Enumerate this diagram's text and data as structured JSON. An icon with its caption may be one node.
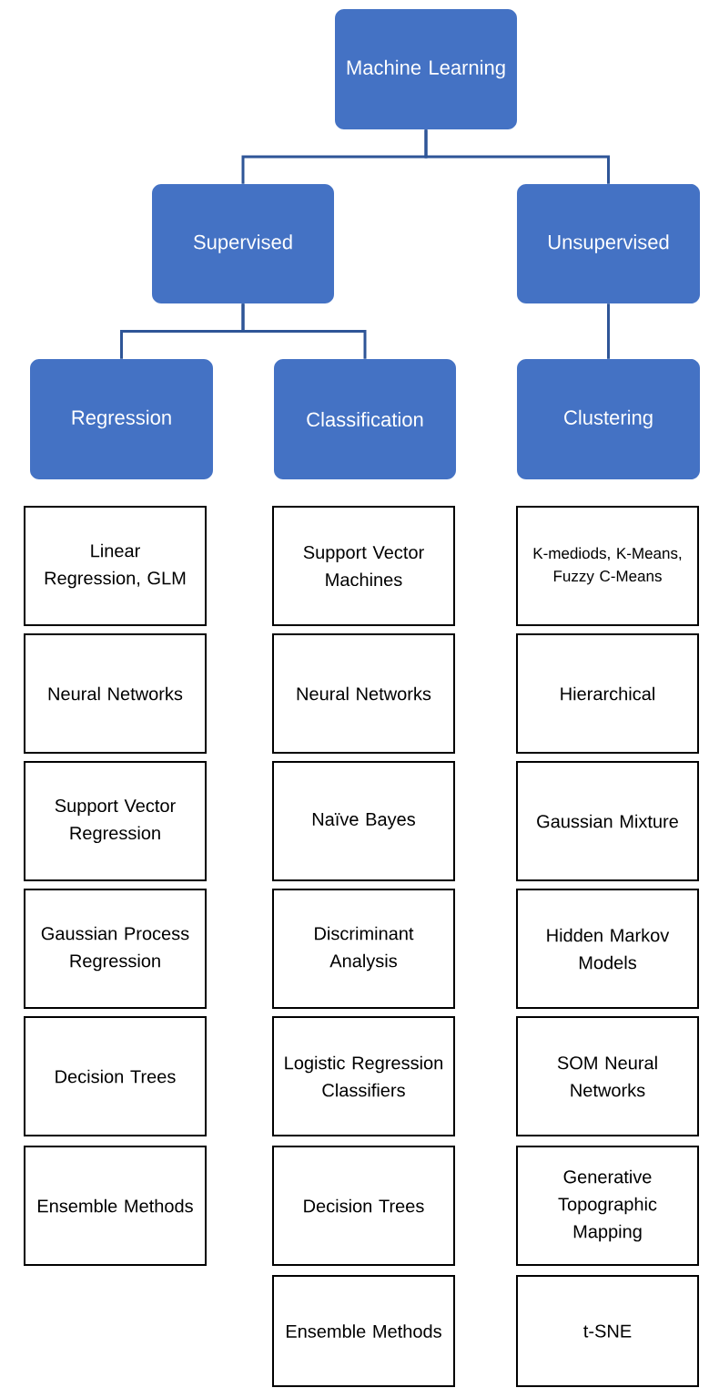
{
  "diagram": {
    "nodes": [
      {
        "text": [
          "Machine Learning"
        ]
      },
      {
        "text": [
          "Supervised"
        ]
      },
      {
        "text": [
          "Unsupervised"
        ]
      },
      {
        "text": [
          "Regression"
        ]
      },
      {
        "text": [
          "Classification"
        ]
      },
      {
        "text": [
          "Clustering"
        ]
      },
      {
        "text": [
          "Linear Regression, GLM"
        ]
      },
      {
        "text": [
          "Neural Networks"
        ]
      },
      {
        "text": [
          "Support Vector Regression"
        ]
      },
      {
        "text": [
          "Gaussian Process Regression"
        ]
      },
      {
        "text": [
          "Decision Trees"
        ]
      },
      {
        "text": [
          "Ensemble Methods"
        ]
      },
      {
        "text": [
          "Support Vector Machines"
        ]
      },
      {
        "text": [
          "Neural Networks"
        ]
      },
      {
        "text": [
          "Naïve Bayes"
        ]
      },
      {
        "text": [
          "Discriminant Analysis"
        ]
      },
      {
        "text": [
          "Logistic Regression Classifiers"
        ]
      },
      {
        "text": [
          "Decision Trees"
        ]
      },
      {
        "text": [
          "Ensemble Methods"
        ]
      },
      {
        "text": [
          "K-mediods, K-Means, Fuzzy C-Means"
        ]
      },
      {
        "text": [
          "Hierarchical"
        ]
      },
      {
        "text": [
          "Gaussian Mixture"
        ]
      },
      {
        "text": [
          "Hidden Markov Models"
        ]
      },
      {
        "text": [
          "SOM Neural Networks"
        ]
      },
      {
        "text": [
          "Generative Topographic Mapping"
        ]
      },
      {
        "text": [
          "t-SNE"
        ]
      }
    ],
    "edges": [
      {
        "from": 0,
        "to": 1,
        "arrow": "none"
      },
      {
        "from": 0,
        "to": 2,
        "arrow": "none"
      },
      {
        "from": 1,
        "to": 3,
        "arrow": "none"
      },
      {
        "from": 1,
        "to": 4,
        "arrow": "none"
      },
      {
        "from": 2,
        "to": 5,
        "arrow": "none"
      }
    ]
  }
}
